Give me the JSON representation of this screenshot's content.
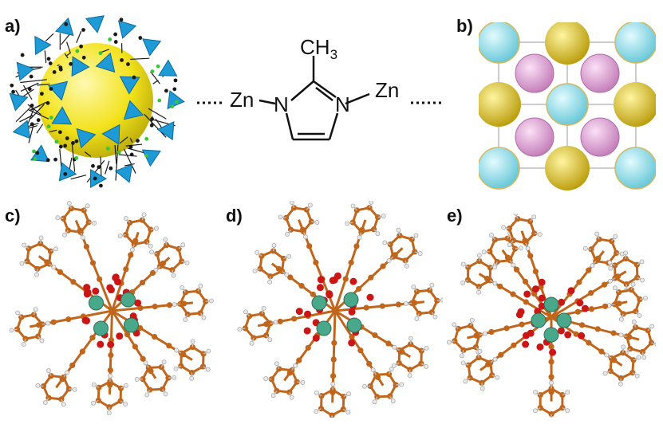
{
  "panels": {
    "a": {
      "label": "a)"
    },
    "b": {
      "label": "b)"
    },
    "c": {
      "label": "c)"
    },
    "d": {
      "label": "d)"
    },
    "e": {
      "label": "e)"
    }
  },
  "ligand": {
    "methyl": "CH",
    "methyl_sub": "3",
    "zn_left": "Zn",
    "zn_right": "Zn",
    "n_left": "N",
    "n_right": "N"
  },
  "colors": {
    "cage_sphere": "#f2e21a",
    "tetrahedron": "#1e9ad6",
    "framework": "#1a1a1a",
    "node_green": "#39c639",
    "cube_cyan": "#7fd8e6",
    "cube_pink": "#e9a3e0",
    "cube_yellow": "#f0d21e",
    "carbon": "#c0661c",
    "oxygen": "#cc1515",
    "metal": "#4aa88a",
    "hydrogen": "#e8e8e8"
  },
  "icons": {
    "a": "zif8-cage-icon",
    "b": "cubic-lattice-icon",
    "c": "cluster-structure-icon",
    "d": "cluster-structure-icon",
    "e": "cluster-structure-icon"
  }
}
